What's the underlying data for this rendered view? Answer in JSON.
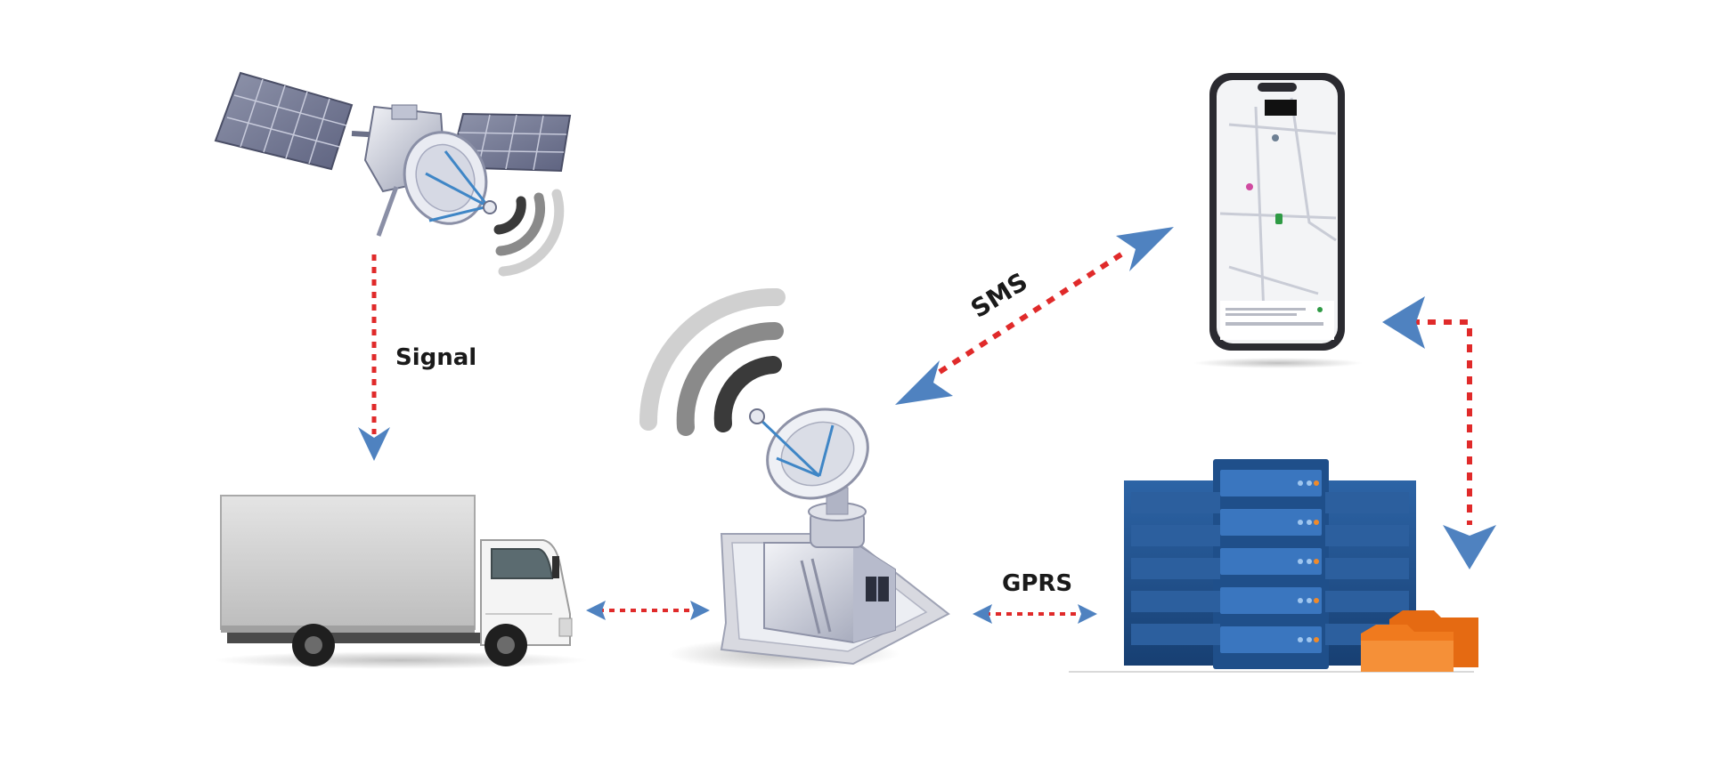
{
  "labels": {
    "signal": "Signal",
    "sms": "SMS",
    "gprs": "GPRS"
  },
  "nodes": [
    {
      "id": "satellite",
      "icon": "satellite-icon"
    },
    {
      "id": "truck",
      "icon": "truck-icon"
    },
    {
      "id": "ground_station",
      "icon": "satellite-dish-station-icon"
    },
    {
      "id": "smartphone",
      "icon": "smartphone-map-icon"
    },
    {
      "id": "server_rack",
      "icon": "server-rack-icon"
    },
    {
      "id": "folders",
      "icon": "folder-icon"
    }
  ],
  "colors": {
    "arrow_head": "#4f82c0",
    "dashed_line": "#e02a2a",
    "server_blue": "#1f4f8a",
    "folder_orange": "#f07a1e",
    "signal_waves": [
      "#3a3a3a",
      "#8a8a8a",
      "#cfcfcf"
    ]
  }
}
